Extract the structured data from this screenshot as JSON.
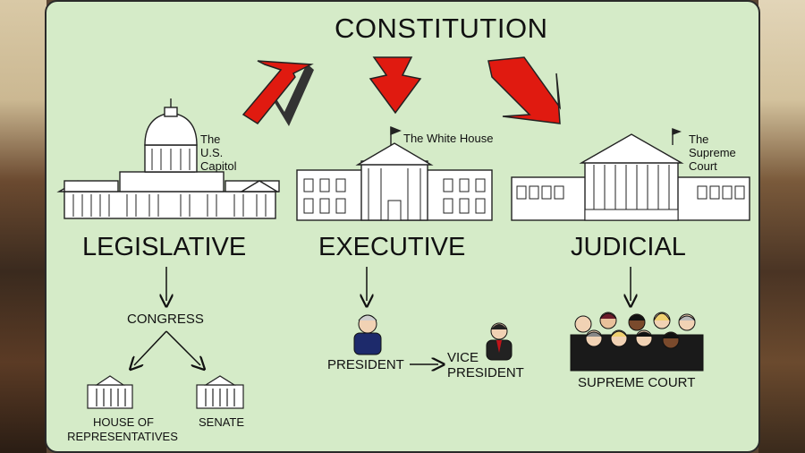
{
  "title": "CONSTITUTION",
  "legislative": {
    "label": "LEGISLATIVE",
    "building_caption_1": "The",
    "building_caption_2": "U.S.",
    "building_caption_3": "Capitol",
    "congress": "CONGRESS",
    "house_1": "HOUSE OF",
    "house_2": "REPRESENTATIVES",
    "senate": "SENATE"
  },
  "executive": {
    "label": "EXECUTIVE",
    "building_caption": "The White House",
    "president": "PRESIDENT",
    "vice_1": "VICE",
    "vice_2": "PRESIDENT"
  },
  "judicial": {
    "label": "JUDICIAL",
    "building_caption_1": "The",
    "building_caption_2": "Supreme",
    "building_caption_3": "Court",
    "court": "SUPREME COURT"
  },
  "colors": {
    "panel": "#d5ebc8",
    "arrow_red": "#e01a10",
    "ink": "#111111"
  }
}
